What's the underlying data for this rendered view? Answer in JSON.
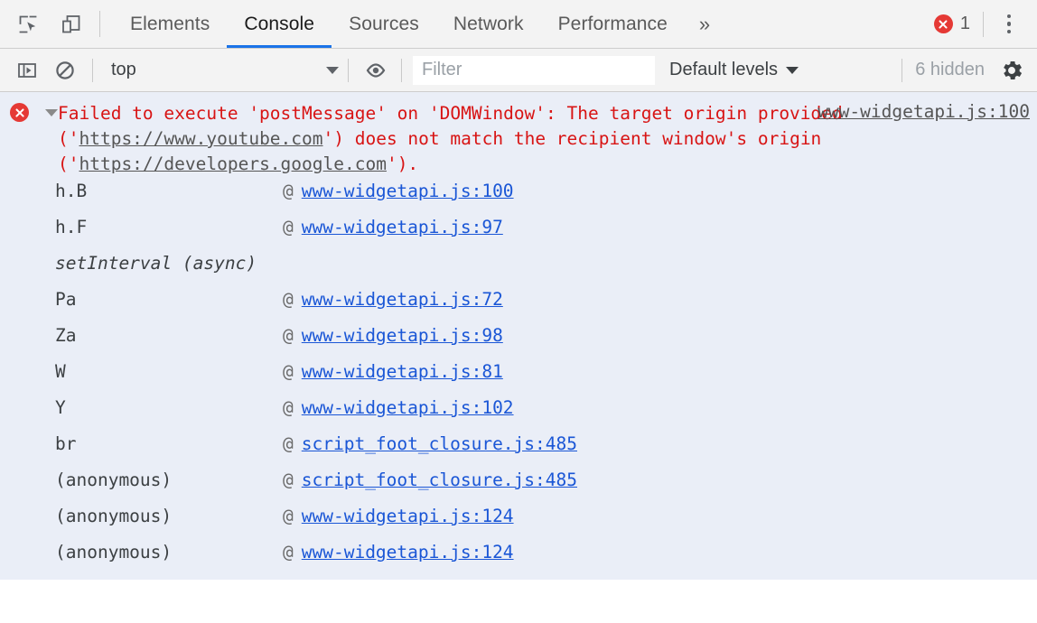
{
  "tabbar": {
    "icons": [
      {
        "name": "inspect-element-icon",
        "title": "Inspect element"
      },
      {
        "name": "device-toolbar-icon",
        "title": "Toggle device toolbar"
      }
    ],
    "tabs": [
      {
        "label": "Elements",
        "selected": false
      },
      {
        "label": "Console",
        "selected": true
      },
      {
        "label": "Sources",
        "selected": false
      },
      {
        "label": "Network",
        "selected": false
      },
      {
        "label": "Performance",
        "selected": false
      }
    ],
    "more_label": "»",
    "error_count": "1",
    "kebab_name": "more-options-icon",
    "accent_color": "#1a73e8",
    "error_color": "#e53935"
  },
  "console_toolbar": {
    "sidebar_toggle_name": "console-sidebar-icon",
    "clear_console_name": "clear-console-icon",
    "context_value": "top",
    "eye_icon_name": "live-expression-icon",
    "filter_placeholder": "Filter",
    "filter_value": "",
    "levels_label": "Default levels",
    "hidden_label": "6 hidden",
    "settings_icon_name": "gear-icon"
  },
  "console": {
    "error_message": {
      "prefix": "Failed to execute 'postMessage' on 'DOMWindow': The target origin provided ('",
      "url1": "https://www.youtube.com",
      "middle": "') does not match the recipient window's origin ('",
      "url2": "https://developers.google.com",
      "suffix": "').",
      "source_link": "www-widgetapi.js:100",
      "level": "error",
      "expanded": true
    },
    "stack_frames": [
      {
        "fn": "h.B",
        "at": "@",
        "loc": "www-widgetapi.js:100",
        "async": false
      },
      {
        "fn": "h.F",
        "at": "@",
        "loc": "www-widgetapi.js:97",
        "async": false
      },
      {
        "fn": "setInterval (async)",
        "at": "",
        "loc": "",
        "async": true
      },
      {
        "fn": "Pa",
        "at": "@",
        "loc": "www-widgetapi.js:72",
        "async": false
      },
      {
        "fn": "Za",
        "at": "@",
        "loc": "www-widgetapi.js:98",
        "async": false
      },
      {
        "fn": "W",
        "at": "@",
        "loc": "www-widgetapi.js:81",
        "async": false
      },
      {
        "fn": "Y",
        "at": "@",
        "loc": "www-widgetapi.js:102",
        "async": false
      },
      {
        "fn": "br",
        "at": "@",
        "loc": "script_foot_closure.js:485",
        "async": false
      },
      {
        "fn": "(anonymous)",
        "at": "@",
        "loc": "script_foot_closure.js:485",
        "async": false
      },
      {
        "fn": "(anonymous)",
        "at": "@",
        "loc": "www-widgetapi.js:124",
        "async": false
      },
      {
        "fn": "(anonymous)",
        "at": "@",
        "loc": "www-widgetapi.js:124",
        "async": false
      }
    ],
    "prompt": {
      "caret": "›",
      "value": "",
      "placeholder": ""
    },
    "error_bg": "#eaeef7",
    "link_color": "#1a56d6"
  }
}
